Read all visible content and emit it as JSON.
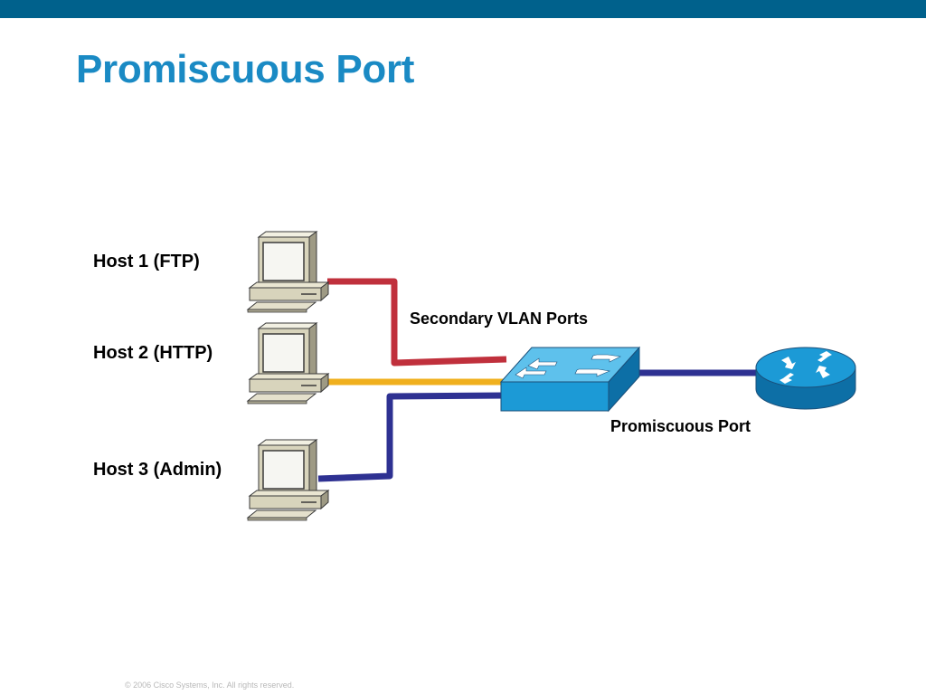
{
  "slide": {
    "title": "Promiscuous Port",
    "footer": "© 2006 Cisco Systems, Inc. All rights reserved."
  },
  "hosts": [
    {
      "label": "Host 1 (FTP)",
      "link_color": "#c0303c"
    },
    {
      "label": "Host 2 (HTTP)",
      "link_color": "#f0b01e"
    },
    {
      "label": "Host 3 (Admin)",
      "link_color": "#2e3192"
    }
  ],
  "labels": {
    "secondary_vlan_ports": "Secondary VLAN Ports",
    "promiscuous_port": "Promiscuous Port"
  },
  "devices": {
    "switch_icon": "switch-icon",
    "router_icon": "router-icon",
    "host_icon": "workstation-icon"
  },
  "colors": {
    "top_bar": "#00618c",
    "title": "#1a8ac4",
    "switch_blue": "#1c9ad6",
    "router_blue": "#1c9ad6",
    "promiscuous_link": "#2e3192",
    "computer_body": "#d8d4bc"
  }
}
